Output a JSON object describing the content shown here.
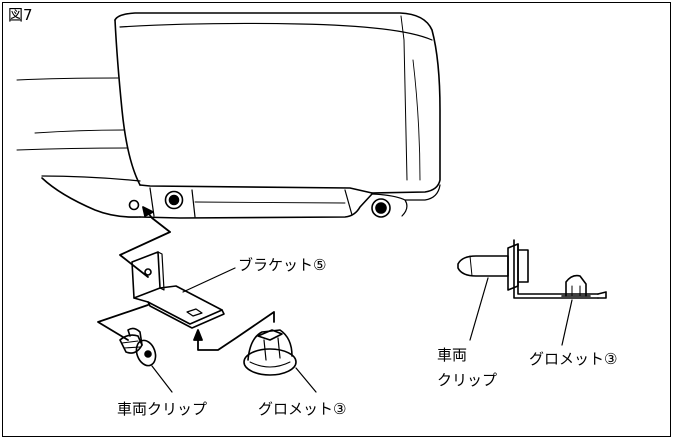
{
  "figure": {
    "label": "図7"
  },
  "labels": {
    "bracket": "ブラケット⑤",
    "vehicle_clip_bottom": "車両クリップ",
    "grommet_bottom": "グロメット③",
    "vehicle_clip_right_line1": "車両",
    "vehicle_clip_right_line2": "クリップ",
    "grommet_right": "グロメット③"
  },
  "colors": {
    "stroke": "#000000",
    "background": "#ffffff"
  }
}
